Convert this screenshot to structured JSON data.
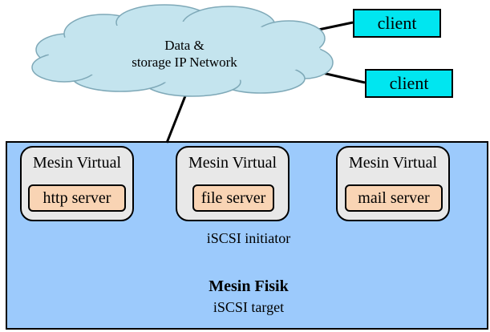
{
  "colors": {
    "cloud_fill": "#c4e4ee",
    "cloud_stroke": "#7fa9b8",
    "client_fill": "#00e6f0",
    "host_fill": "#9ccafc",
    "vm_fill": "#e8e8e8",
    "service_fill": "#f9d4b4",
    "line": "#000000"
  },
  "network": {
    "label": "Data &\nstorage IP Network",
    "icon": "cloud-icon"
  },
  "clients": [
    {
      "label": "client"
    },
    {
      "label": "client"
    }
  ],
  "host": {
    "name": "Mesin Fisik",
    "subtitle": "iSCSI target",
    "initiator_label": "iSCSI initiator"
  },
  "vms": [
    {
      "title": "Mesin Virtual",
      "service": "http server"
    },
    {
      "title": "Mesin Virtual",
      "service": "file server"
    },
    {
      "title": "Mesin Virtual",
      "service": "mail server"
    }
  ]
}
